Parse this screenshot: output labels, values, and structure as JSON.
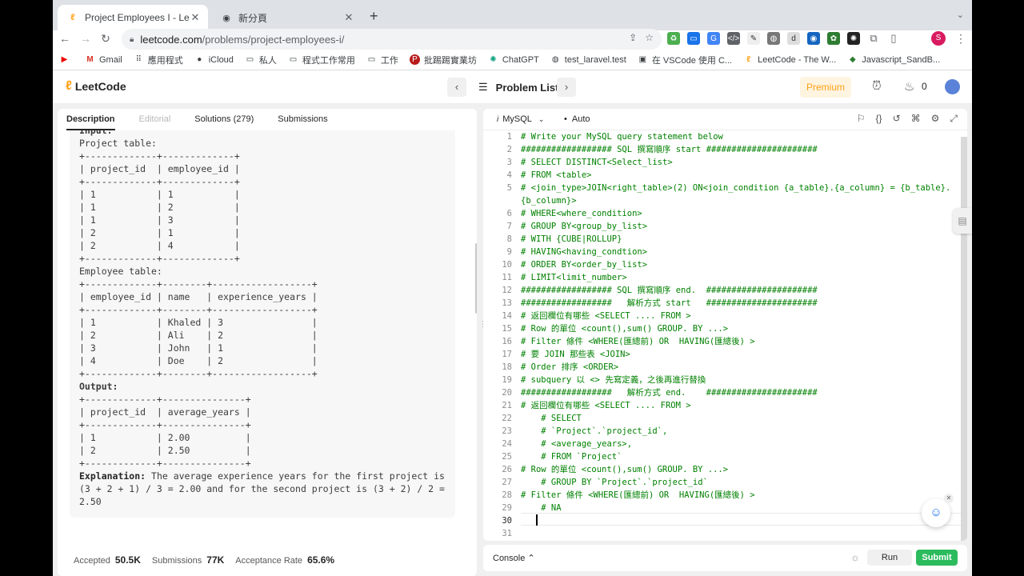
{
  "browser": {
    "tabs": [
      {
        "title": "Project Employees I - LeetCode",
        "active": true
      },
      {
        "title": "新分頁",
        "active": false
      }
    ],
    "url_host": "leetcode.com",
    "url_path": "/problems/project-employees-i/",
    "profile_initial": "S",
    "bookmarks": [
      "Gmail",
      "應用程式",
      "iCloud",
      "私人",
      "程式工作常用",
      "工作",
      "批踢踢實業坊",
      "ChatGPT",
      "test_laravel.test",
      "在 VSCode 使用 C...",
      "LeetCode - The W...",
      "Javascript_SandB..."
    ]
  },
  "header": {
    "logo": "LeetCode",
    "problem_list": "Problem List",
    "premium": "Premium",
    "streak": "0"
  },
  "left": {
    "tabs": [
      "Description",
      "Editorial",
      "Solutions (279)",
      "Submissions"
    ],
    "body_lines": [
      "Input:",
      "Project table:",
      "+-------------+-------------+",
      "| project_id  | employee_id |",
      "+-------------+-------------+",
      "| 1           | 1           |",
      "| 1           | 2           |",
      "| 1           | 3           |",
      "| 2           | 1           |",
      "| 2           | 4           |",
      "+-------------+-------------+",
      "Employee table:",
      "+-------------+--------+------------------+",
      "| employee_id | name   | experience_years |",
      "+-------------+--------+------------------+",
      "| 1           | Khaled | 3                |",
      "| 2           | Ali    | 2                |",
      "| 3           | John   | 1                |",
      "| 4           | Doe    | 2                |",
      "+-------------+--------+------------------+",
      "Output:",
      "+-------------+---------------+",
      "| project_id  | average_years |",
      "+-------------+---------------+",
      "| 1           | 2.00          |",
      "| 2           | 2.50          |",
      "+-------------+---------------+",
      "Explanation: The average experience years for the first project is",
      "(3 + 2 + 1) / 3 = 2.00 and for the second project is (3 + 2) / 2 =",
      "2.50"
    ],
    "stats": [
      {
        "label": "Accepted",
        "value": "50.5K"
      },
      {
        "label": "Submissions",
        "value": "77K"
      },
      {
        "label": "Acceptance Rate",
        "value": "65.6%"
      }
    ]
  },
  "editor": {
    "language": "MySQL",
    "mode": "Auto",
    "lines": [
      "# Write your MySQL query statement below",
      "################## SQL 撰寫順序 start ######################",
      "# SELECT DISTINCT<Select_list>",
      "# FROM <table>",
      "# <join_type>JOIN<right_table>(2) ON<join_condition {a_table}.{a_column} = {b_table}.{b_column}>",
      "# WHERE<where_condition>",
      "# GROUP BY<group_by_list>",
      "# WITH {CUBE|ROLLUP}",
      "# HAVING<having_condtion>",
      "# ORDER BY<order_by_list>",
      "# LIMIT<limit_number>",
      "################## SQL 撰寫順序 end.  ######################",
      "##################   解析方式 start   ######################",
      "# 返回欄位有哪些 <SELECT .... FROM >",
      "# Row 的單位 <count(),sum() GROUP. BY ...>",
      "# Filter 條件 <WHERE(匯總前) OR  HAVING(匯總後) >",
      "# 要 JOIN 那些表 <JOIN>",
      "# Order 排序 <ORDER>",
      "# subquery 以 <> 先寫定義，之後再進行替換",
      "##################   解析方式 end.    ######################",
      "# 返回欄位有哪些 <SELECT .... FROM >",
      "    # SELECT",
      "    # `Project`.`project_id`,",
      "    # <average_years>,",
      "    # FROM `Project`",
      "# Row 的單位 <count(),sum() GROUP. BY ...>",
      "    # GROUP BY `Project`.`project_id`",
      "# Filter 條件 <WHERE(匯總前) OR  HAVING(匯總後) >",
      "    # NA",
      "",
      ""
    ],
    "current_line": 30
  },
  "console": {
    "label": "Console",
    "run": "Run",
    "submit": "Submit"
  }
}
